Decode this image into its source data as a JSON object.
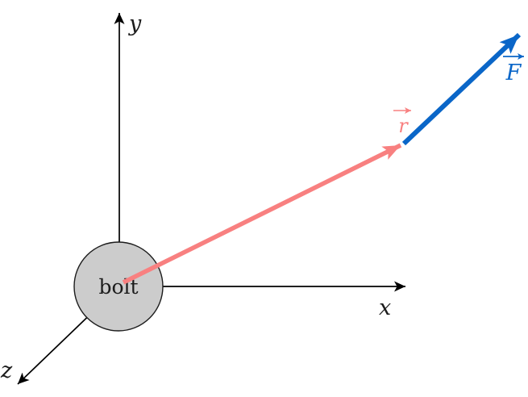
{
  "diagram": {
    "axes": {
      "x_label": "x",
      "y_label": "y",
      "z_label": "z"
    },
    "origin": {
      "label": "bolt"
    },
    "vectors": {
      "position": {
        "label": "r",
        "color": "#f88080"
      },
      "force": {
        "label": "F",
        "color": "#0a66c8"
      }
    },
    "colors": {
      "axis": "#000000",
      "text": "#1c1c1c",
      "bolt_fill": "#cccccc",
      "bolt_stroke": "#1c1c1c"
    }
  }
}
